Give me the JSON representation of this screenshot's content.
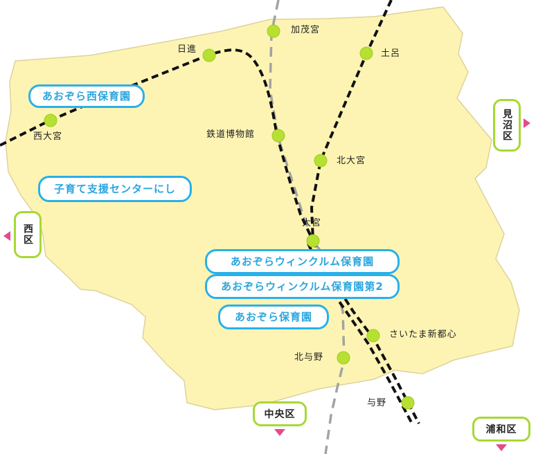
{
  "colors": {
    "area_fill": "#fdf4b4",
    "area_stroke": "#ddd29a",
    "rail_black": "#111111",
    "rail_gray": "#a3a3a3",
    "station_fill": "#b7e033",
    "pill_border": "#2ab0e8",
    "pill_text": "#2aa6df",
    "ward_border": "#a7d833",
    "arrow": "#e64a8e"
  },
  "stations": {
    "kamo_miya": "加茂宮",
    "nisshin": "日進",
    "toro": "土呂",
    "nishi_omiya": "西大宮",
    "tetsudo_hakubutsukan": "鉄道博物館",
    "kita_omiya": "北大宮",
    "omiya": "大宮",
    "saitama_shintoshin": "さいたま新都心",
    "kita_yono": "北与野",
    "yono": "与野"
  },
  "facilities": {
    "aozora_nishi": "あおぞら西保育園",
    "kosodate_nishi": "子育て支援センターにし",
    "winkle": "あおぞらウィンクルム保育園",
    "winkle2": "あおぞらウィンクルム保育園第2",
    "aozora": "あおぞら保育園"
  },
  "wards": {
    "minuma": "見沼区",
    "nishi": "西区",
    "chuo": "中央区",
    "urawa": "浦和区"
  }
}
